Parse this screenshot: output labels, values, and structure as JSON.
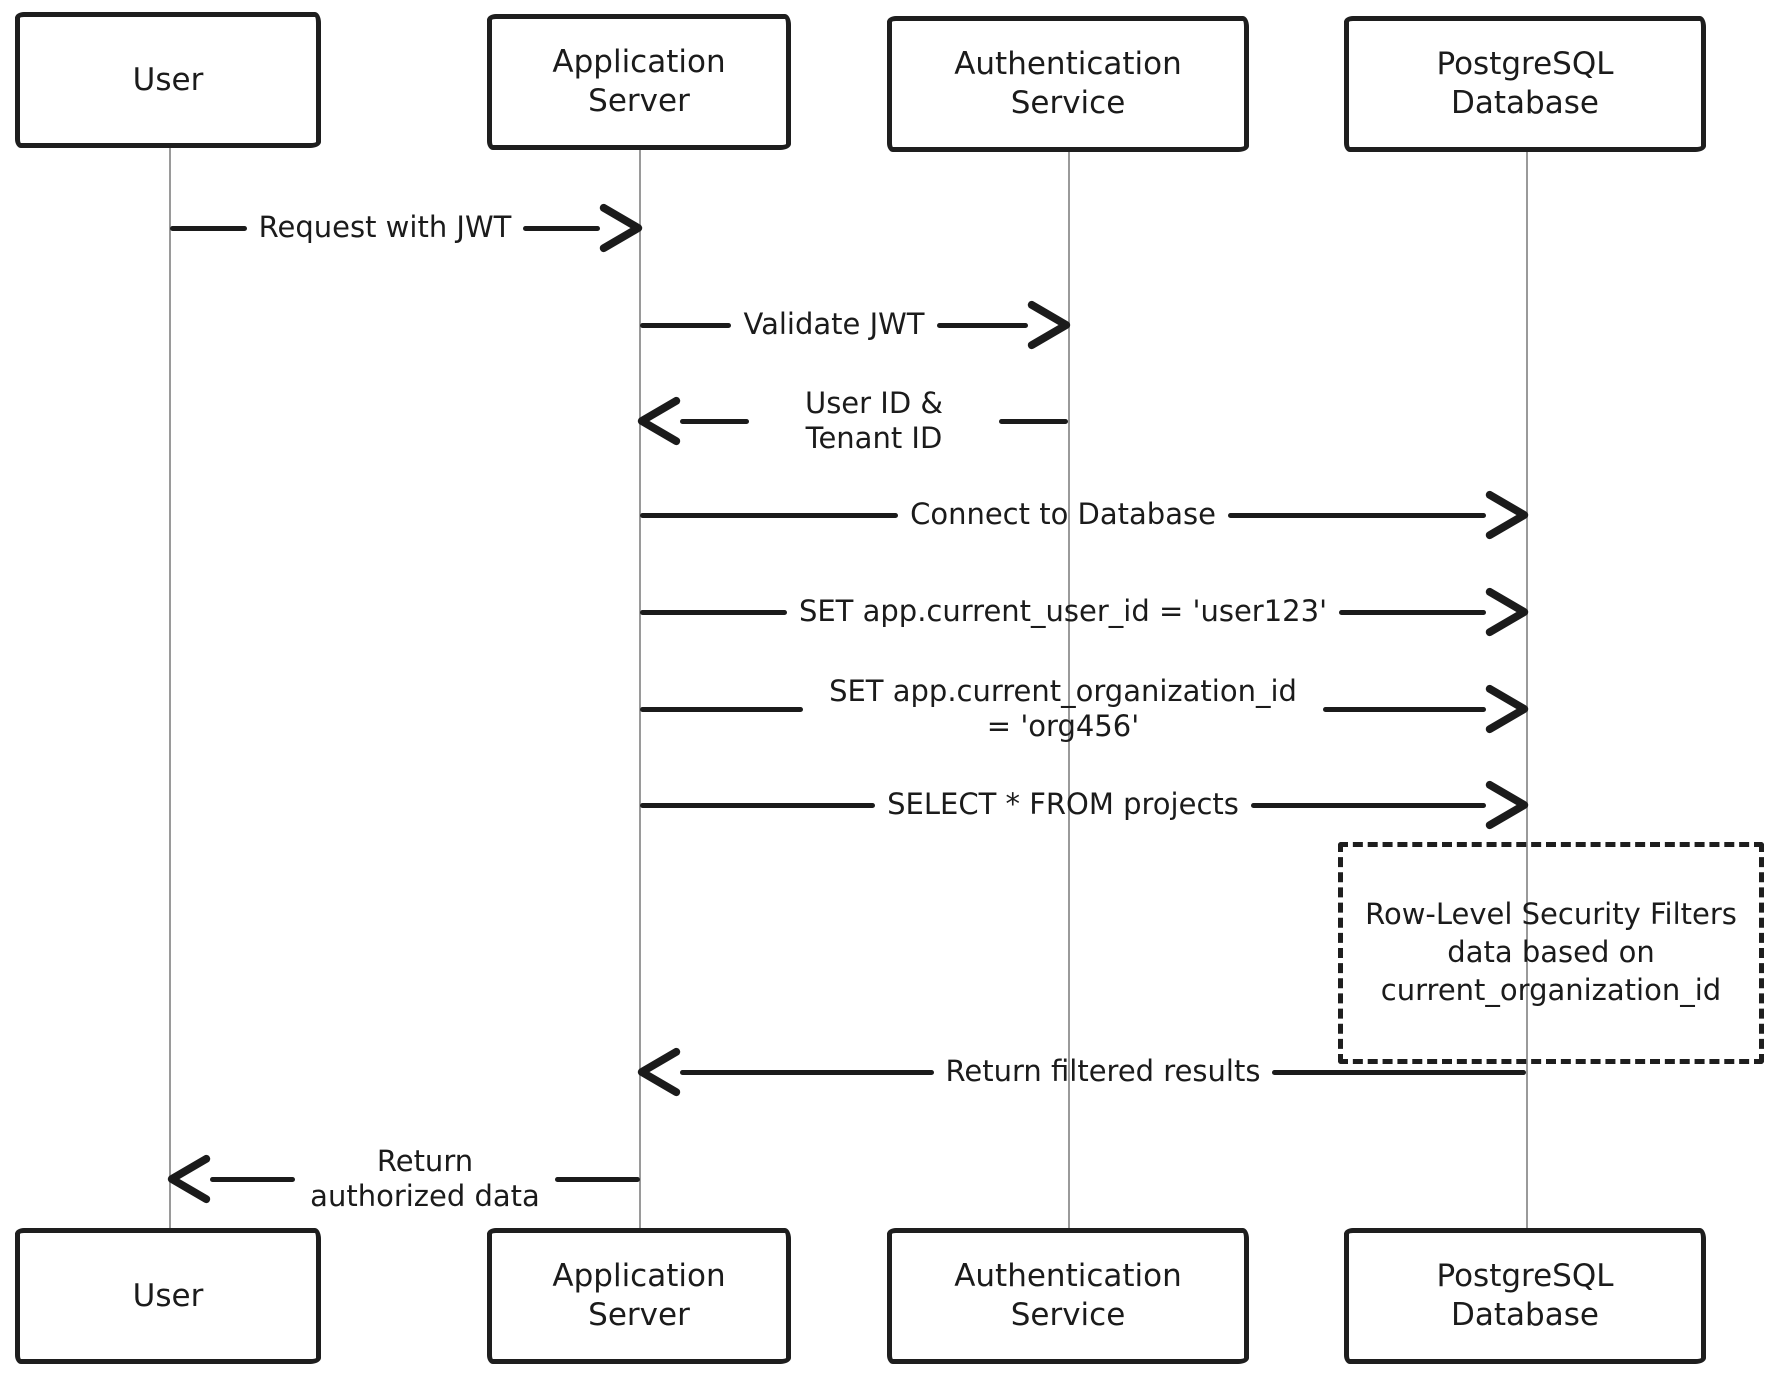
{
  "diagram": {
    "type": "sequence-diagram",
    "style": "hand-drawn",
    "colors": {
      "stroke": "#1b1b1b",
      "lifeline": "#9a9a9a",
      "background": "#ffffff"
    },
    "actors": [
      {
        "name": "User"
      },
      {
        "name": "Application Server"
      },
      {
        "name": "Authentication Service"
      },
      {
        "name": "PostgreSQL Database"
      }
    ],
    "messages": [
      {
        "from": "User",
        "to": "Application Server",
        "direction": "right",
        "label": "Request with JWT"
      },
      {
        "from": "Application Server",
        "to": "Authentication Service",
        "direction": "right",
        "label": "Validate JWT"
      },
      {
        "from": "Authentication Service",
        "to": "Application Server",
        "direction": "left",
        "label": "User ID & Tenant ID"
      },
      {
        "from": "Application Server",
        "to": "PostgreSQL Database",
        "direction": "right",
        "label": "Connect to Database"
      },
      {
        "from": "Application Server",
        "to": "PostgreSQL Database",
        "direction": "right",
        "label": "SET app.current_user_id = 'user123'"
      },
      {
        "from": "Application Server",
        "to": "PostgreSQL Database",
        "direction": "right",
        "label": "SET app.current_organization_id = 'org456'"
      },
      {
        "from": "Application Server",
        "to": "PostgreSQL Database",
        "direction": "right",
        "label": "SELECT * FROM projects"
      },
      {
        "from": "PostgreSQL Database",
        "to": "Application Server",
        "direction": "left",
        "label": "Return filtered results"
      },
      {
        "from": "Application Server",
        "to": "User",
        "direction": "left",
        "label": "Return authorized data"
      }
    ],
    "note": {
      "over": "PostgreSQL Database",
      "text": "Row-Level Security Filters data based on current_organization_id"
    }
  }
}
